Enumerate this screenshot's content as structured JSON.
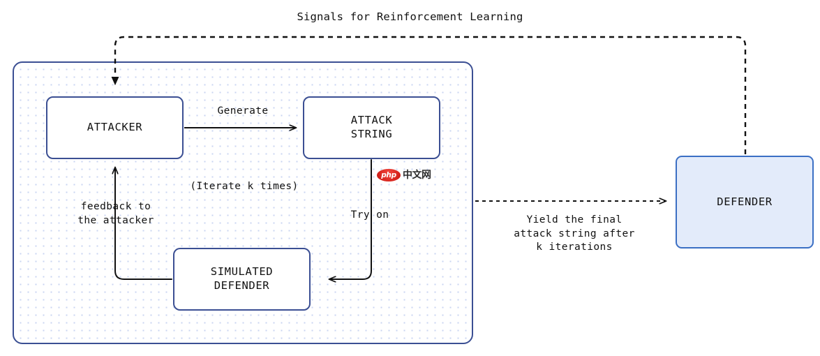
{
  "diagram": {
    "title": "Signals for Reinforcement Learning",
    "nodes": {
      "attacker": "ATTACKER",
      "attack_string": "ATTACK\nSTRING",
      "simulated_defender": "SIMULATED\nDEFENDER",
      "defender": "DEFENDER"
    },
    "edge_labels": {
      "generate": "Generate",
      "iterate": "(Iterate k times)",
      "feedback": "feedback to\nthe attacker",
      "try_on": "Try on",
      "yield": "Yield the final\nattack string after\nk iterations"
    },
    "watermark": {
      "badge": "php",
      "text": "中文网"
    },
    "colors": {
      "border_navy": "#3b4f93",
      "defender_fill": "#e3ebfa",
      "defender_border": "#3b6fc4",
      "dot_pattern": "#c9d5f2",
      "arrow": "#111111",
      "watermark_red": "#d4211a"
    }
  }
}
